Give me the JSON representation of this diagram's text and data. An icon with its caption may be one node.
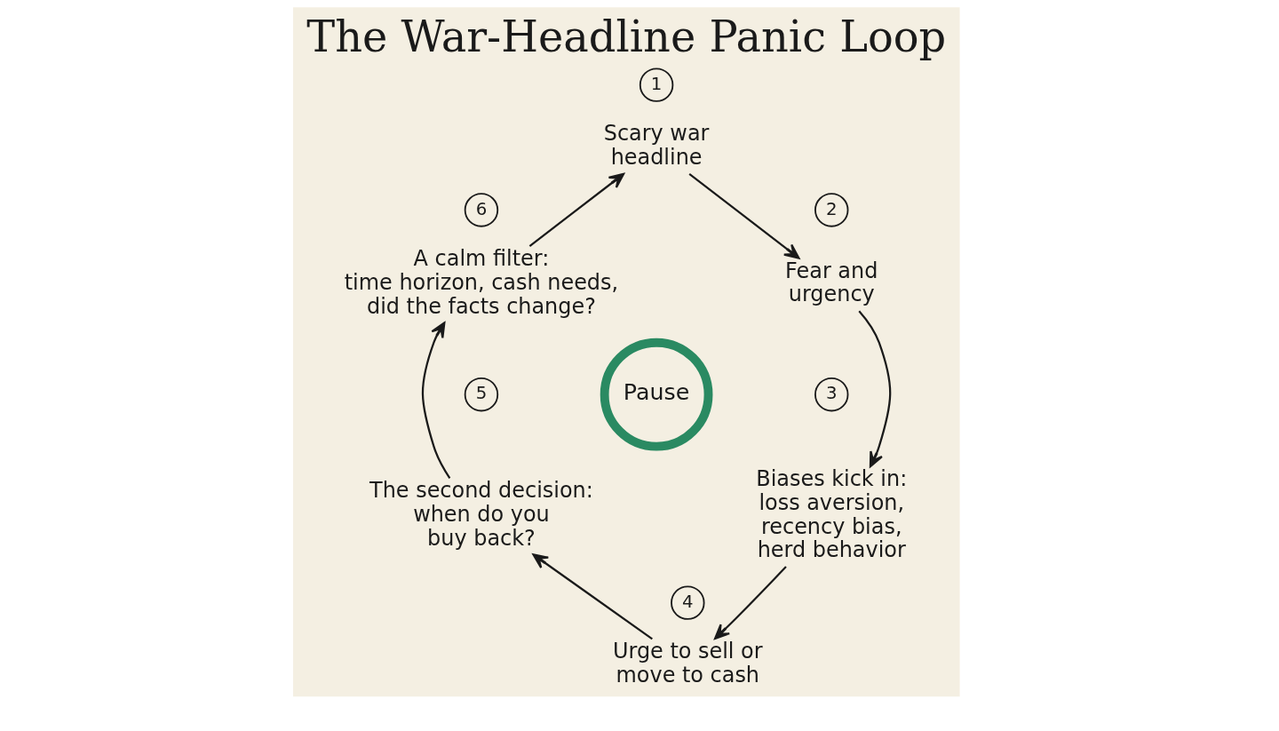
{
  "diagram": {
    "title": "The War-Headline Panic Loop",
    "nodes": [
      {
        "text": [
          "1"
        ]
      },
      {
        "text": [
          "Scary war headline"
        ]
      },
      {
        "text": [
          "2"
        ]
      },
      {
        "text": [
          "Fear and urgency"
        ]
      },
      {
        "text": [
          "3"
        ]
      },
      {
        "text": [
          "Biases kick in: loss aversion, recency bias, herd behavior"
        ]
      },
      {
        "text": [
          "4"
        ]
      },
      {
        "text": [
          "Urge to sell or move to cash"
        ]
      },
      {
        "text": [
          "5"
        ]
      },
      {
        "text": [
          "The second decision: when do you buy back?"
        ]
      },
      {
        "text": [
          "6"
        ]
      },
      {
        "text": [
          "A calm filter: time horizon, cash needs, did the facts change?"
        ]
      },
      {
        "text": [
          "Pause"
        ]
      }
    ],
    "edges": [
      {
        "from": 1,
        "to": 3,
        "arrow": "to"
      },
      {
        "from": 3,
        "to": 5,
        "arrow": "to"
      },
      {
        "from": 5,
        "to": 7,
        "arrow": "to"
      },
      {
        "from": 7,
        "to": 9,
        "arrow": "to"
      },
      {
        "from": 9,
        "to": 11,
        "arrow": "to"
      },
      {
        "from": 11,
        "to": 1,
        "arrow": "to"
      }
    ]
  }
}
